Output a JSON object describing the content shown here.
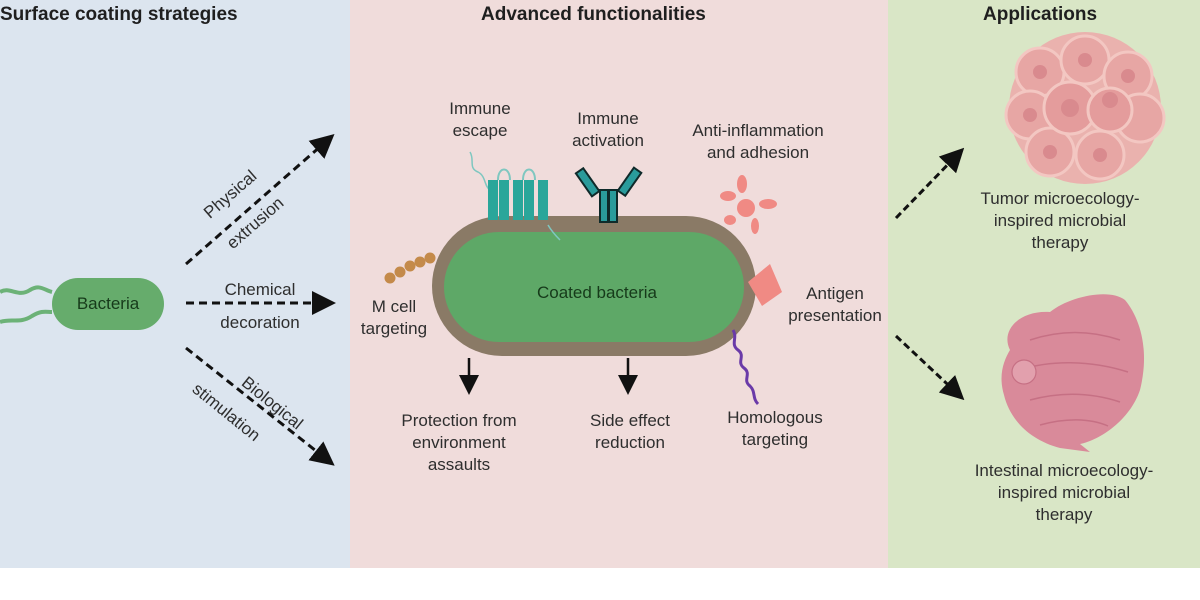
{
  "panels": {
    "left": {
      "title": "Surface coating strategies"
    },
    "middle": {
      "title": "Advanced functionalities"
    },
    "right": {
      "title": "Applications"
    }
  },
  "left": {
    "bacteria_label": "Bacteria",
    "strategies": [
      {
        "line1": "Physical",
        "line2": "extrusion"
      },
      {
        "line1": "Chemical",
        "line2": "decoration"
      },
      {
        "line1": "Biological",
        "line2": "stimulation"
      }
    ]
  },
  "middle": {
    "center_label": "Coated bacteria",
    "functions": {
      "immune_escape": {
        "line1": "Immune",
        "line2": "escape"
      },
      "immune_activation": {
        "line1": "Immune",
        "line2": "activation"
      },
      "anti_inflammation": {
        "line1": "Anti-inflammation",
        "line2": "and adhesion"
      },
      "m_cell": {
        "line1": "M cell",
        "line2": "targeting"
      },
      "antigen": {
        "line1": "Antigen",
        "line2": "presentation"
      },
      "protection": {
        "line1": "Protection from",
        "line2": "environment",
        "line3": "assaults"
      },
      "side_effect": {
        "line1": "Side effect",
        "line2": "reduction"
      },
      "homologous": {
        "line1": "Homologous",
        "line2": "targeting"
      }
    }
  },
  "right": {
    "tumor": {
      "line1": "Tumor microecology-",
      "line2": "inspired microbial",
      "line3": "therapy"
    },
    "intestinal": {
      "line1": "Intestinal microecology-",
      "line2": "inspired microbial",
      "line3": "therapy"
    }
  },
  "colors": {
    "bacteria_green": "#5ea867",
    "coat_brown": "#8a7a66",
    "teal": "#2aa69a",
    "salmon": "#f08a84",
    "tan": "#c48a4a",
    "purple": "#6a3aa8",
    "tumor_pink": "#e9a9a9",
    "intestine_pink": "#d98a9a"
  }
}
